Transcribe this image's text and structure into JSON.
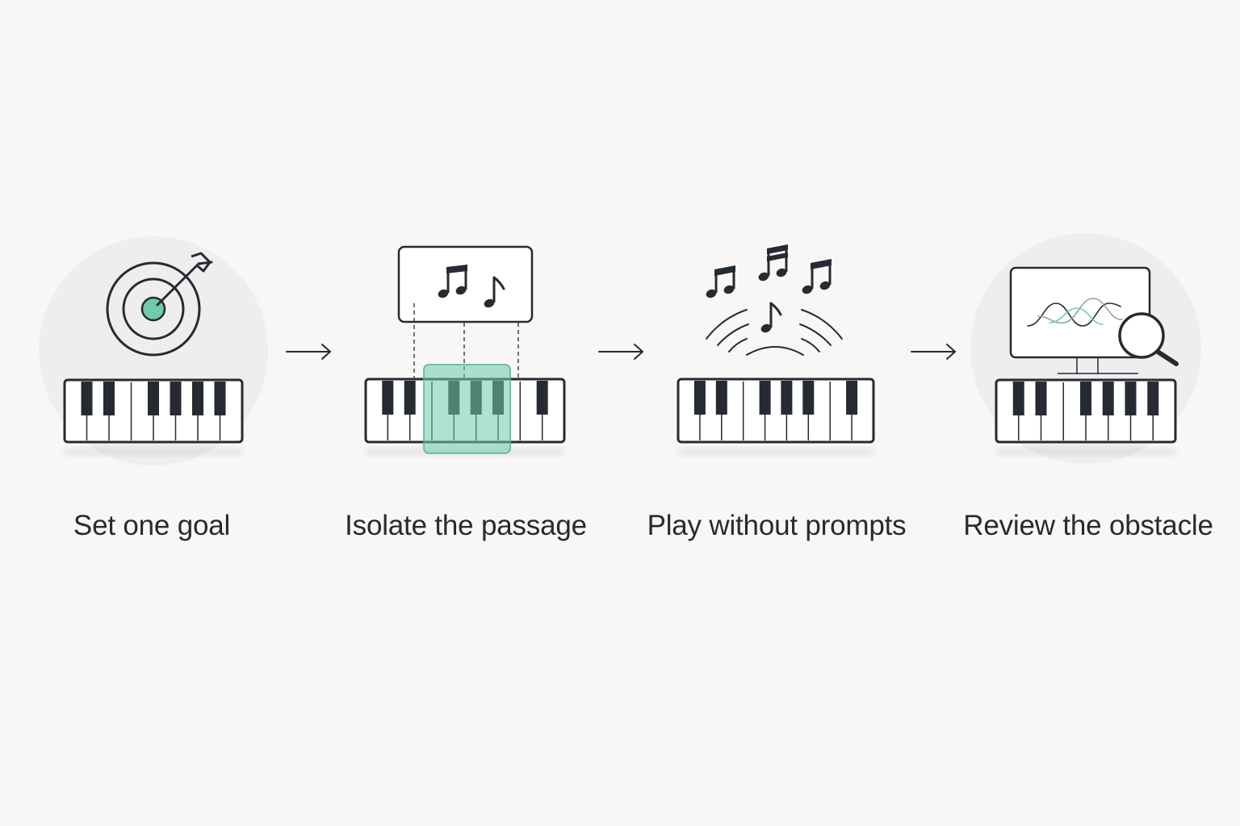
{
  "steps": [
    {
      "label": "Set one goal",
      "icon": "target-icon"
    },
    {
      "label": "Isolate the passage",
      "icon": "sheet-music-icon"
    },
    {
      "label": "Play without prompts",
      "icon": "music-notes-icon"
    },
    {
      "label": "Review the obstacle",
      "icon": "magnifier-icon"
    }
  ],
  "colors": {
    "background": "#f8f7f5",
    "ink": "#262a31",
    "accent": "#6fcbaa",
    "circle": "#eeeeef"
  }
}
